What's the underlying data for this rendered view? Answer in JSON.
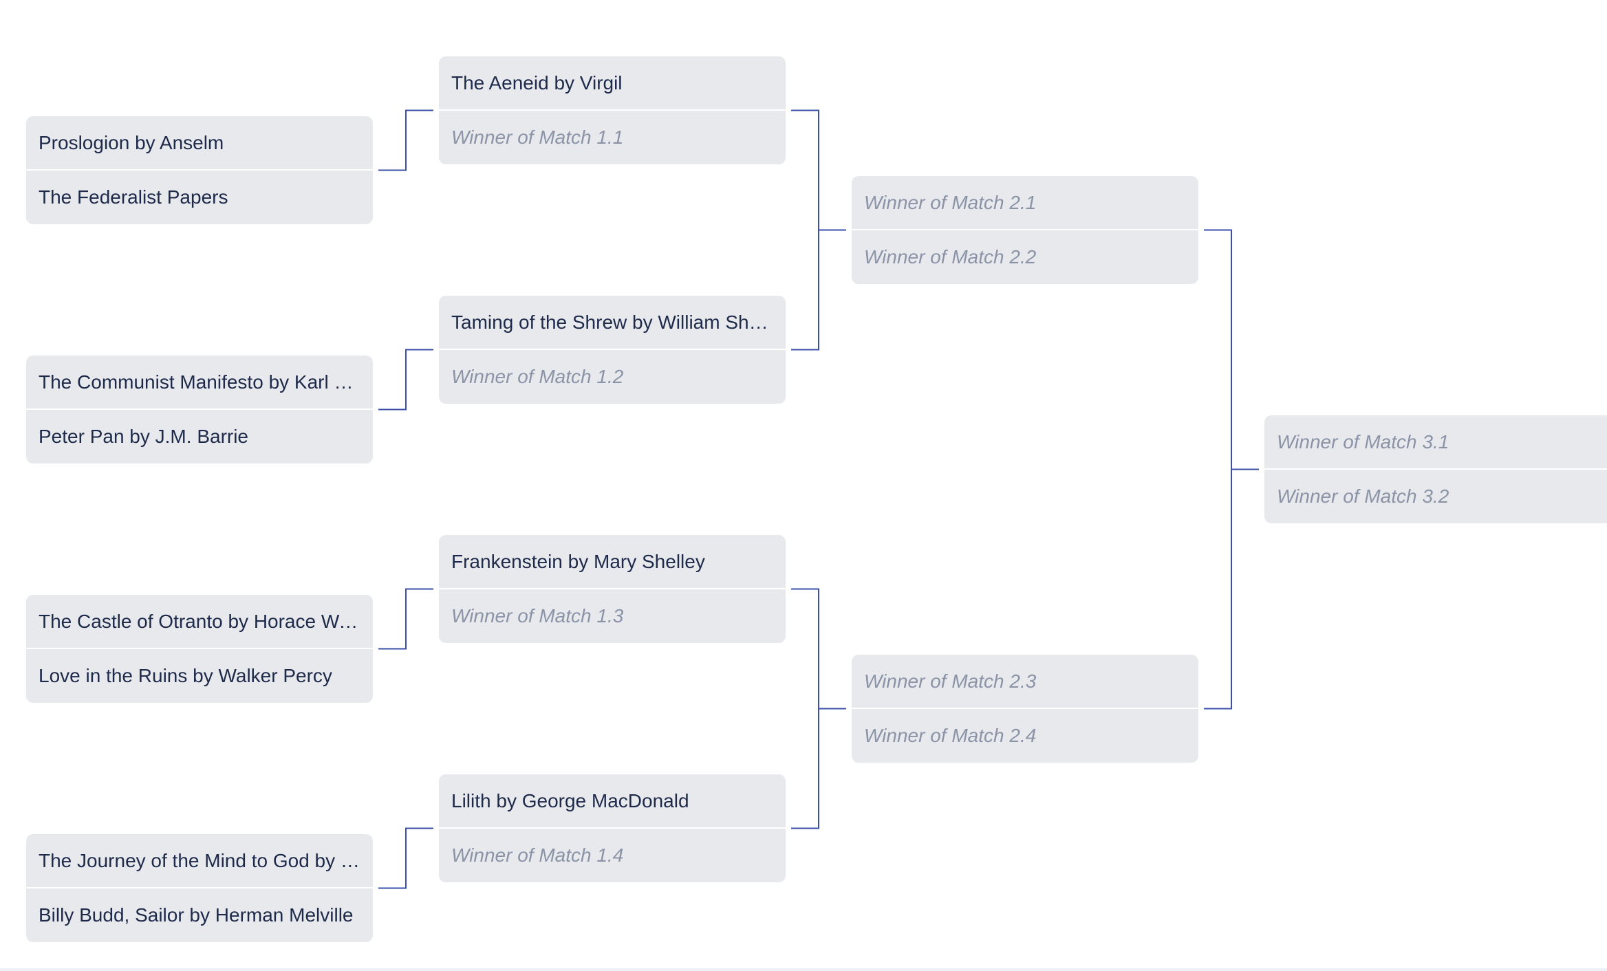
{
  "accent_color": "#3b4fa8",
  "rounds": [
    {
      "matches": [
        {
          "top": {
            "label": "Proslogion by Anselm",
            "placeholder": false
          },
          "bottom": {
            "label": "The Federalist Papers",
            "placeholder": false
          }
        },
        {
          "top": {
            "label": "The Communist Manifesto by Karl Marx",
            "placeholder": false
          },
          "bottom": {
            "label": "Peter Pan by J.M. Barrie",
            "placeholder": false
          }
        },
        {
          "top": {
            "label": "The Castle of Otranto by Horace Walpole",
            "placeholder": false
          },
          "bottom": {
            "label": "Love in the Ruins by Walker Percy",
            "placeholder": false
          }
        },
        {
          "top": {
            "label": "The Journey of the Mind to God by Bonaventure",
            "placeholder": false
          },
          "bottom": {
            "label": "Billy Budd, Sailor by Herman Melville",
            "placeholder": false
          }
        }
      ]
    },
    {
      "matches": [
        {
          "top": {
            "label": "The Aeneid by Virgil",
            "placeholder": false
          },
          "bottom": {
            "label": "Winner of Match 1.1",
            "placeholder": true
          }
        },
        {
          "top": {
            "label": "Taming of the Shrew by William Shakespeare",
            "placeholder": false
          },
          "bottom": {
            "label": "Winner of Match 1.2",
            "placeholder": true
          }
        },
        {
          "top": {
            "label": "Frankenstein by Mary Shelley",
            "placeholder": false
          },
          "bottom": {
            "label": "Winner of Match 1.3",
            "placeholder": true
          }
        },
        {
          "top": {
            "label": "Lilith by George MacDonald",
            "placeholder": false
          },
          "bottom": {
            "label": "Winner of Match 1.4",
            "placeholder": true
          }
        }
      ]
    },
    {
      "matches": [
        {
          "top": {
            "label": "Winner of Match 2.1",
            "placeholder": true
          },
          "bottom": {
            "label": "Winner of Match 2.2",
            "placeholder": true
          }
        },
        {
          "top": {
            "label": "Winner of Match 2.3",
            "placeholder": true
          },
          "bottom": {
            "label": "Winner of Match 2.4",
            "placeholder": true
          }
        }
      ]
    },
    {
      "matches": [
        {
          "top": {
            "label": "Winner of Match 3.1",
            "placeholder": true
          },
          "bottom": {
            "label": "Winner of Match 3.2",
            "placeholder": true
          }
        }
      ]
    }
  ]
}
